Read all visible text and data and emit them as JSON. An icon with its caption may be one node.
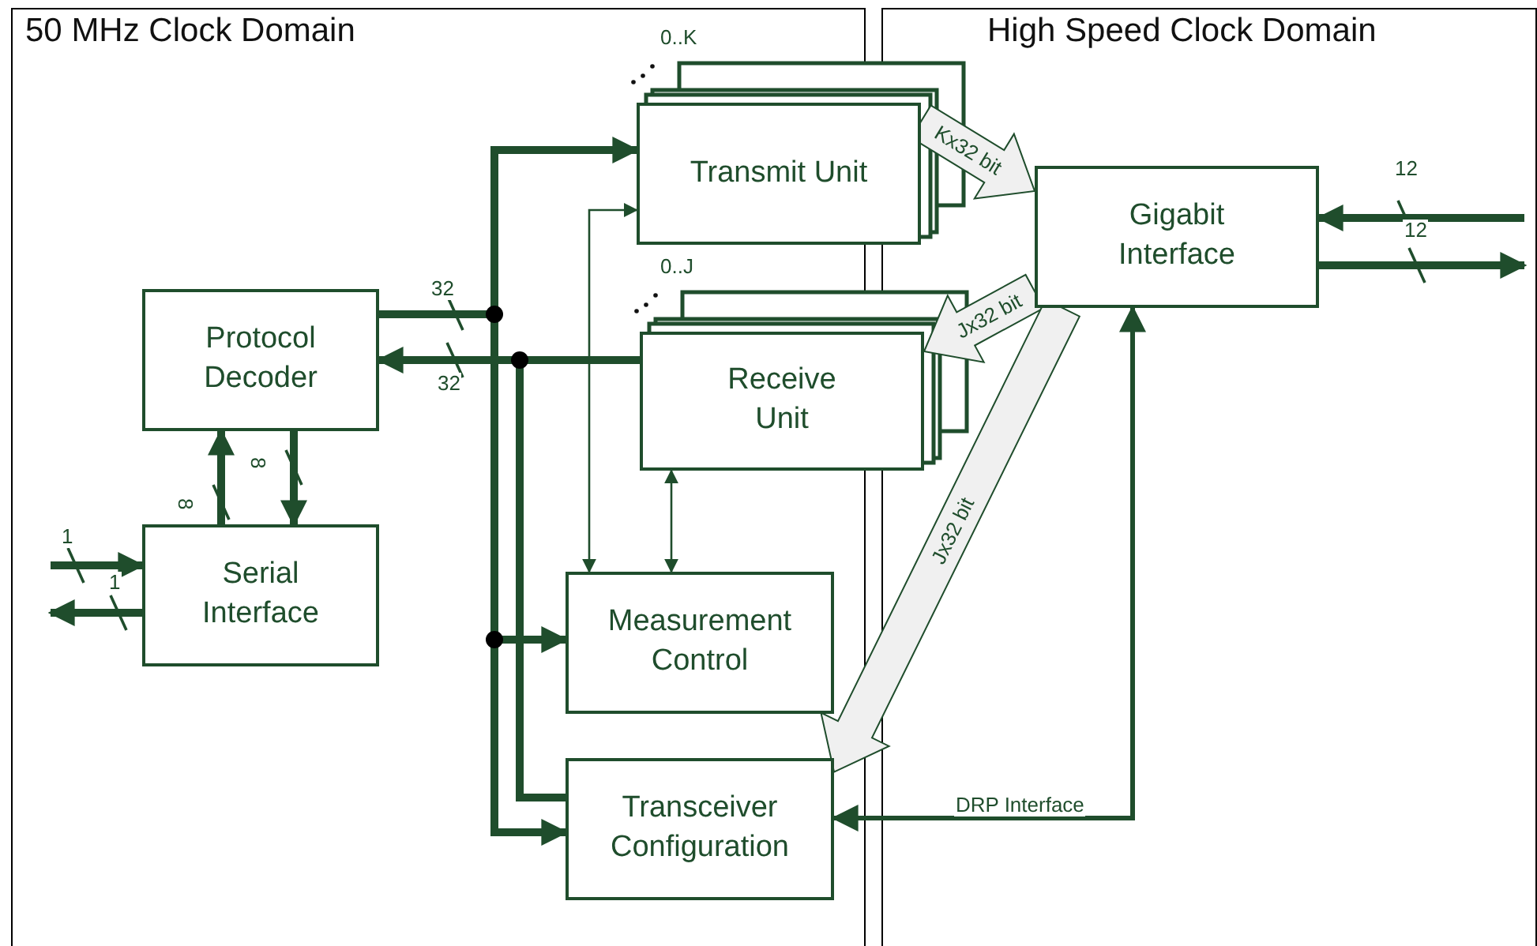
{
  "diagram": {
    "nodes": [
      {
        "text": [
          "50 MHz Clock Domain"
        ]
      },
      {
        "text": [
          "High Speed Clock Domain"
        ]
      },
      {
        "text": [
          "Transmit Unit"
        ]
      },
      {
        "text": [
          "Receive Unit"
        ]
      },
      {
        "text": [
          "Protocol Decoder"
        ],
        "in": 0
      },
      {
        "text": [
          "Serial Interface"
        ],
        "in": 0
      },
      {
        "text": [
          "Measurement Control"
        ],
        "in": 0
      },
      {
        "text": [
          "Transceiver Configuration"
        ],
        "in": 0
      },
      {
        "text": [
          "Gigabit Interface"
        ],
        "in": 1
      }
    ],
    "edges": [
      {
        "from": 4,
        "to": 2,
        "arrow": "to",
        "label": "32"
      },
      {
        "from": 4,
        "to": 6,
        "arrow": "to"
      },
      {
        "from": 4,
        "to": 7,
        "arrow": "to"
      },
      {
        "from": 3,
        "to": 4,
        "arrow": "to",
        "label": "32"
      },
      {
        "from": 3,
        "to": 7,
        "arrow": "none"
      },
      {
        "from": 2,
        "to": 6,
        "arrow": "both"
      },
      {
        "from": 3,
        "to": 6,
        "arrow": "both"
      },
      {
        "from": 5,
        "to": 4,
        "arrow": "to",
        "label": "8"
      },
      {
        "from": 4,
        "to": 5,
        "arrow": "to",
        "label": "8"
      },
      {
        "from": null,
        "to": 5,
        "arrow": "to",
        "label": "1"
      },
      {
        "from": 5,
        "to": null,
        "arrow": "to",
        "label": "1"
      },
      {
        "from": null,
        "to": 8,
        "arrow": "to",
        "label": "12"
      },
      {
        "from": 8,
        "to": null,
        "arrow": "to",
        "label": "12"
      },
      {
        "from": 2,
        "to": 8,
        "arrow": "to",
        "label": "Kx32 bit",
        "style": "thick",
        "color": "#f0f0f0"
      },
      {
        "from": 8,
        "to": 3,
        "arrow": "to",
        "label": "Jx32 bit",
        "style": "thick",
        "color": "#f0f0f0"
      },
      {
        "from": 8,
        "to": 7,
        "arrow": "to",
        "label": "Jx32 bit",
        "style": "thick",
        "color": "#f0f0f0"
      },
      {
        "from": 7,
        "to": 8,
        "arrow": "both",
        "label": "DRP Interface"
      }
    ],
    "labels": [
      "0..K",
      "0..J"
    ]
  }
}
